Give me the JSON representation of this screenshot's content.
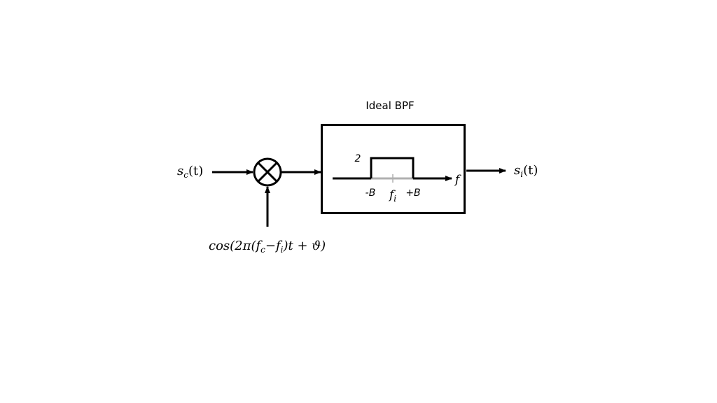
{
  "title": "Ideal BPF",
  "input_signal": {
    "symbol": "s",
    "subscript": "c",
    "arg": "(t)"
  },
  "output_signal": {
    "symbol": "s",
    "subscript": "i",
    "arg": "(t)"
  },
  "local_oscillator": {
    "prefix": "cos(2π(",
    "f1": "f",
    "f1_sub": "c",
    "minus": "−",
    "f2": "f",
    "f2_sub": "i",
    "suffix": ")t + ϑ)"
  },
  "mixer": {
    "symbol": "multiply"
  },
  "filter_plot": {
    "gain_label": "2",
    "axis_label": "f",
    "left_edge_label": "-B",
    "right_edge_label": "+B",
    "center_label": "f",
    "center_sub": "i"
  },
  "colors": {
    "line": "#000000",
    "passband_axis": "#b0b0b0"
  }
}
